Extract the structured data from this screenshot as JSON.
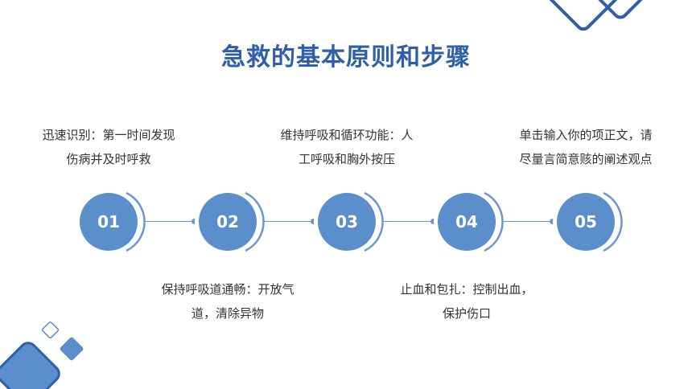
{
  "title": "急救的基本原则和步骤",
  "colors": {
    "accent": "#2e5fa8",
    "circle": "#5b8fcc",
    "line": "#6b97cf",
    "text": "#333333"
  },
  "steps": [
    {
      "number": "01",
      "text_lines": [
        "迅速识别：第一时间发现",
        "伤病并及时呼救"
      ],
      "position": "top"
    },
    {
      "number": "02",
      "text_lines": [
        "保持呼吸道通畅：开放气",
        "道，清除异物"
      ],
      "position": "bottom"
    },
    {
      "number": "03",
      "text_lines": [
        "维持呼吸和循环功能：人",
        "工呼吸和胸外按压"
      ],
      "position": "top"
    },
    {
      "number": "04",
      "text_lines": [
        "止血和包扎：控制出血，",
        "保护伤口"
      ],
      "position": "bottom"
    },
    {
      "number": "05",
      "text_lines": [
        "单击输入你的项正文，请",
        "尽量言简意赅的阐述观点"
      ],
      "position": "top"
    }
  ]
}
